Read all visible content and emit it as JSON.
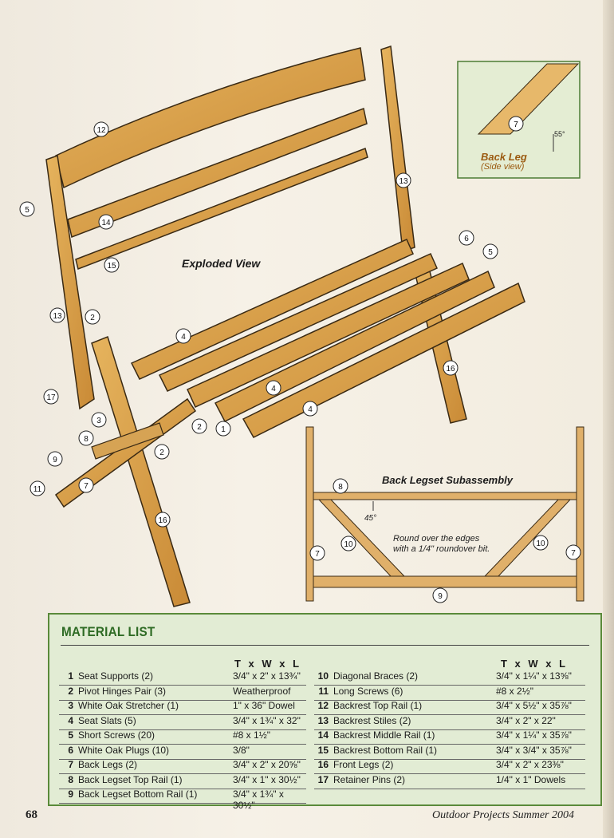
{
  "exploded_view_label": "Exploded View",
  "callout": {
    "title": "Back Leg",
    "subtitle": "(Side view)",
    "part": "7",
    "angle": "55°"
  },
  "subassembly": {
    "title": "Back Legset Subassembly",
    "angle": "45°",
    "note_line1": "Round over the edges",
    "note_line2": "with a 1/4\" roundover bit."
  },
  "material_list": {
    "title": "MATERIAL LIST",
    "header": "T x W x L",
    "left": [
      {
        "num": "1",
        "name": "Seat Supports (2)",
        "dim": "3/4\" x 2\" x 13¾\""
      },
      {
        "num": "2",
        "name": "Pivot Hinges Pair (3)",
        "dim": "Weatherproof"
      },
      {
        "num": "3",
        "name": "White Oak Stretcher (1)",
        "dim": "1\" x 36\" Dowel"
      },
      {
        "num": "4",
        "name": "Seat Slats (5)",
        "dim": "3/4\" x 1¾\" x 32\""
      },
      {
        "num": "5",
        "name": "Short Screws (20)",
        "dim": "#8 x 1½\""
      },
      {
        "num": "6",
        "name": "White Oak Plugs (10)",
        "dim": "3/8\""
      },
      {
        "num": "7",
        "name": "Back Legs (2)",
        "dim": "3/4\" x 2\" x 20⅝\""
      },
      {
        "num": "8",
        "name": "Back Legset Top Rail (1)",
        "dim": "3/4\" x 1\" x 30½\""
      },
      {
        "num": "9",
        "name": "Back Legset Bottom Rail (1)",
        "dim": "3/4\" x 1¾\" x 30½\""
      }
    ],
    "right": [
      {
        "num": "10",
        "name": "Diagonal Braces (2)",
        "dim": "3/4\" x 1¼\" x 13⅝\""
      },
      {
        "num": "11",
        "name": "Long Screws (6)",
        "dim": "#8 x 2½\""
      },
      {
        "num": "12",
        "name": "Backrest Top Rail (1)",
        "dim": "3/4\" x 5½\" x 35⅞\""
      },
      {
        "num": "13",
        "name": "Backrest Stiles (2)",
        "dim": "3/4\" x 2\" x 22\""
      },
      {
        "num": "14",
        "name": "Backrest Middle Rail (1)",
        "dim": "3/4\" x 1¼\" x 35⅞\""
      },
      {
        "num": "15",
        "name": "Backrest Bottom Rail (1)",
        "dim": "3/4\" x 3/4\" x 35⅞\""
      },
      {
        "num": "16",
        "name": "Front Legs (2)",
        "dim": "3/4\" x 2\" x 23⅜\""
      },
      {
        "num": "17",
        "name": "Retainer Pins (2)",
        "dim": "1/4\" x 1\" Dowels"
      }
    ]
  },
  "footer": {
    "page_number": "68",
    "publication": "Outdoor Projects  Summer 2004"
  },
  "colors": {
    "wood": "#d9a24a",
    "wood_dark": "#b87c2a",
    "outline": "#3a2a14",
    "green": "#2e6b24",
    "list_bg": "#e2ecd4"
  }
}
